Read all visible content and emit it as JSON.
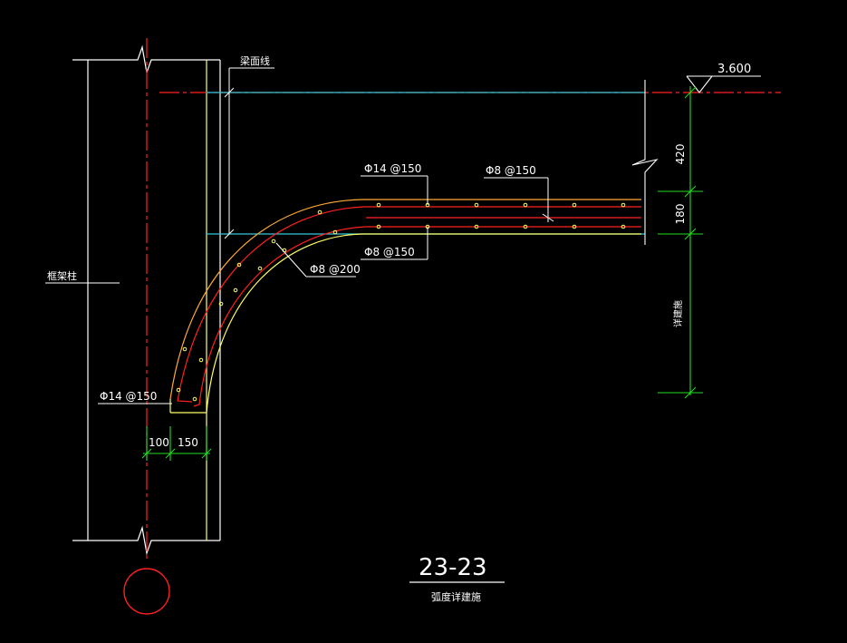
{
  "drawing": {
    "elevation": "3.600",
    "beam_top_line_label": "梁面线",
    "column_label": "框架柱",
    "rebar_top_main": "Φ14 @150",
    "rebar_top_dist": "Φ8 @150",
    "rebar_bottom_dist": "Φ8 @150",
    "rebar_curve_stirrup": "Φ8 @200",
    "rebar_end": "Φ14 @150",
    "dim_right_top": "420",
    "dim_right_mid": "180",
    "dim_right_bottom": "详建施",
    "dim_bottom_left": "100",
    "dim_bottom_right": "150",
    "section_title": "23-23",
    "section_subtitle": "弧度详建施"
  },
  "colors": {
    "background": "#000000",
    "white": "#ffffff",
    "red": "#ff2020",
    "cyan": "#33c8d8",
    "yellow": "#ffff66",
    "orange": "#ffaa33",
    "green": "#22dd22"
  }
}
